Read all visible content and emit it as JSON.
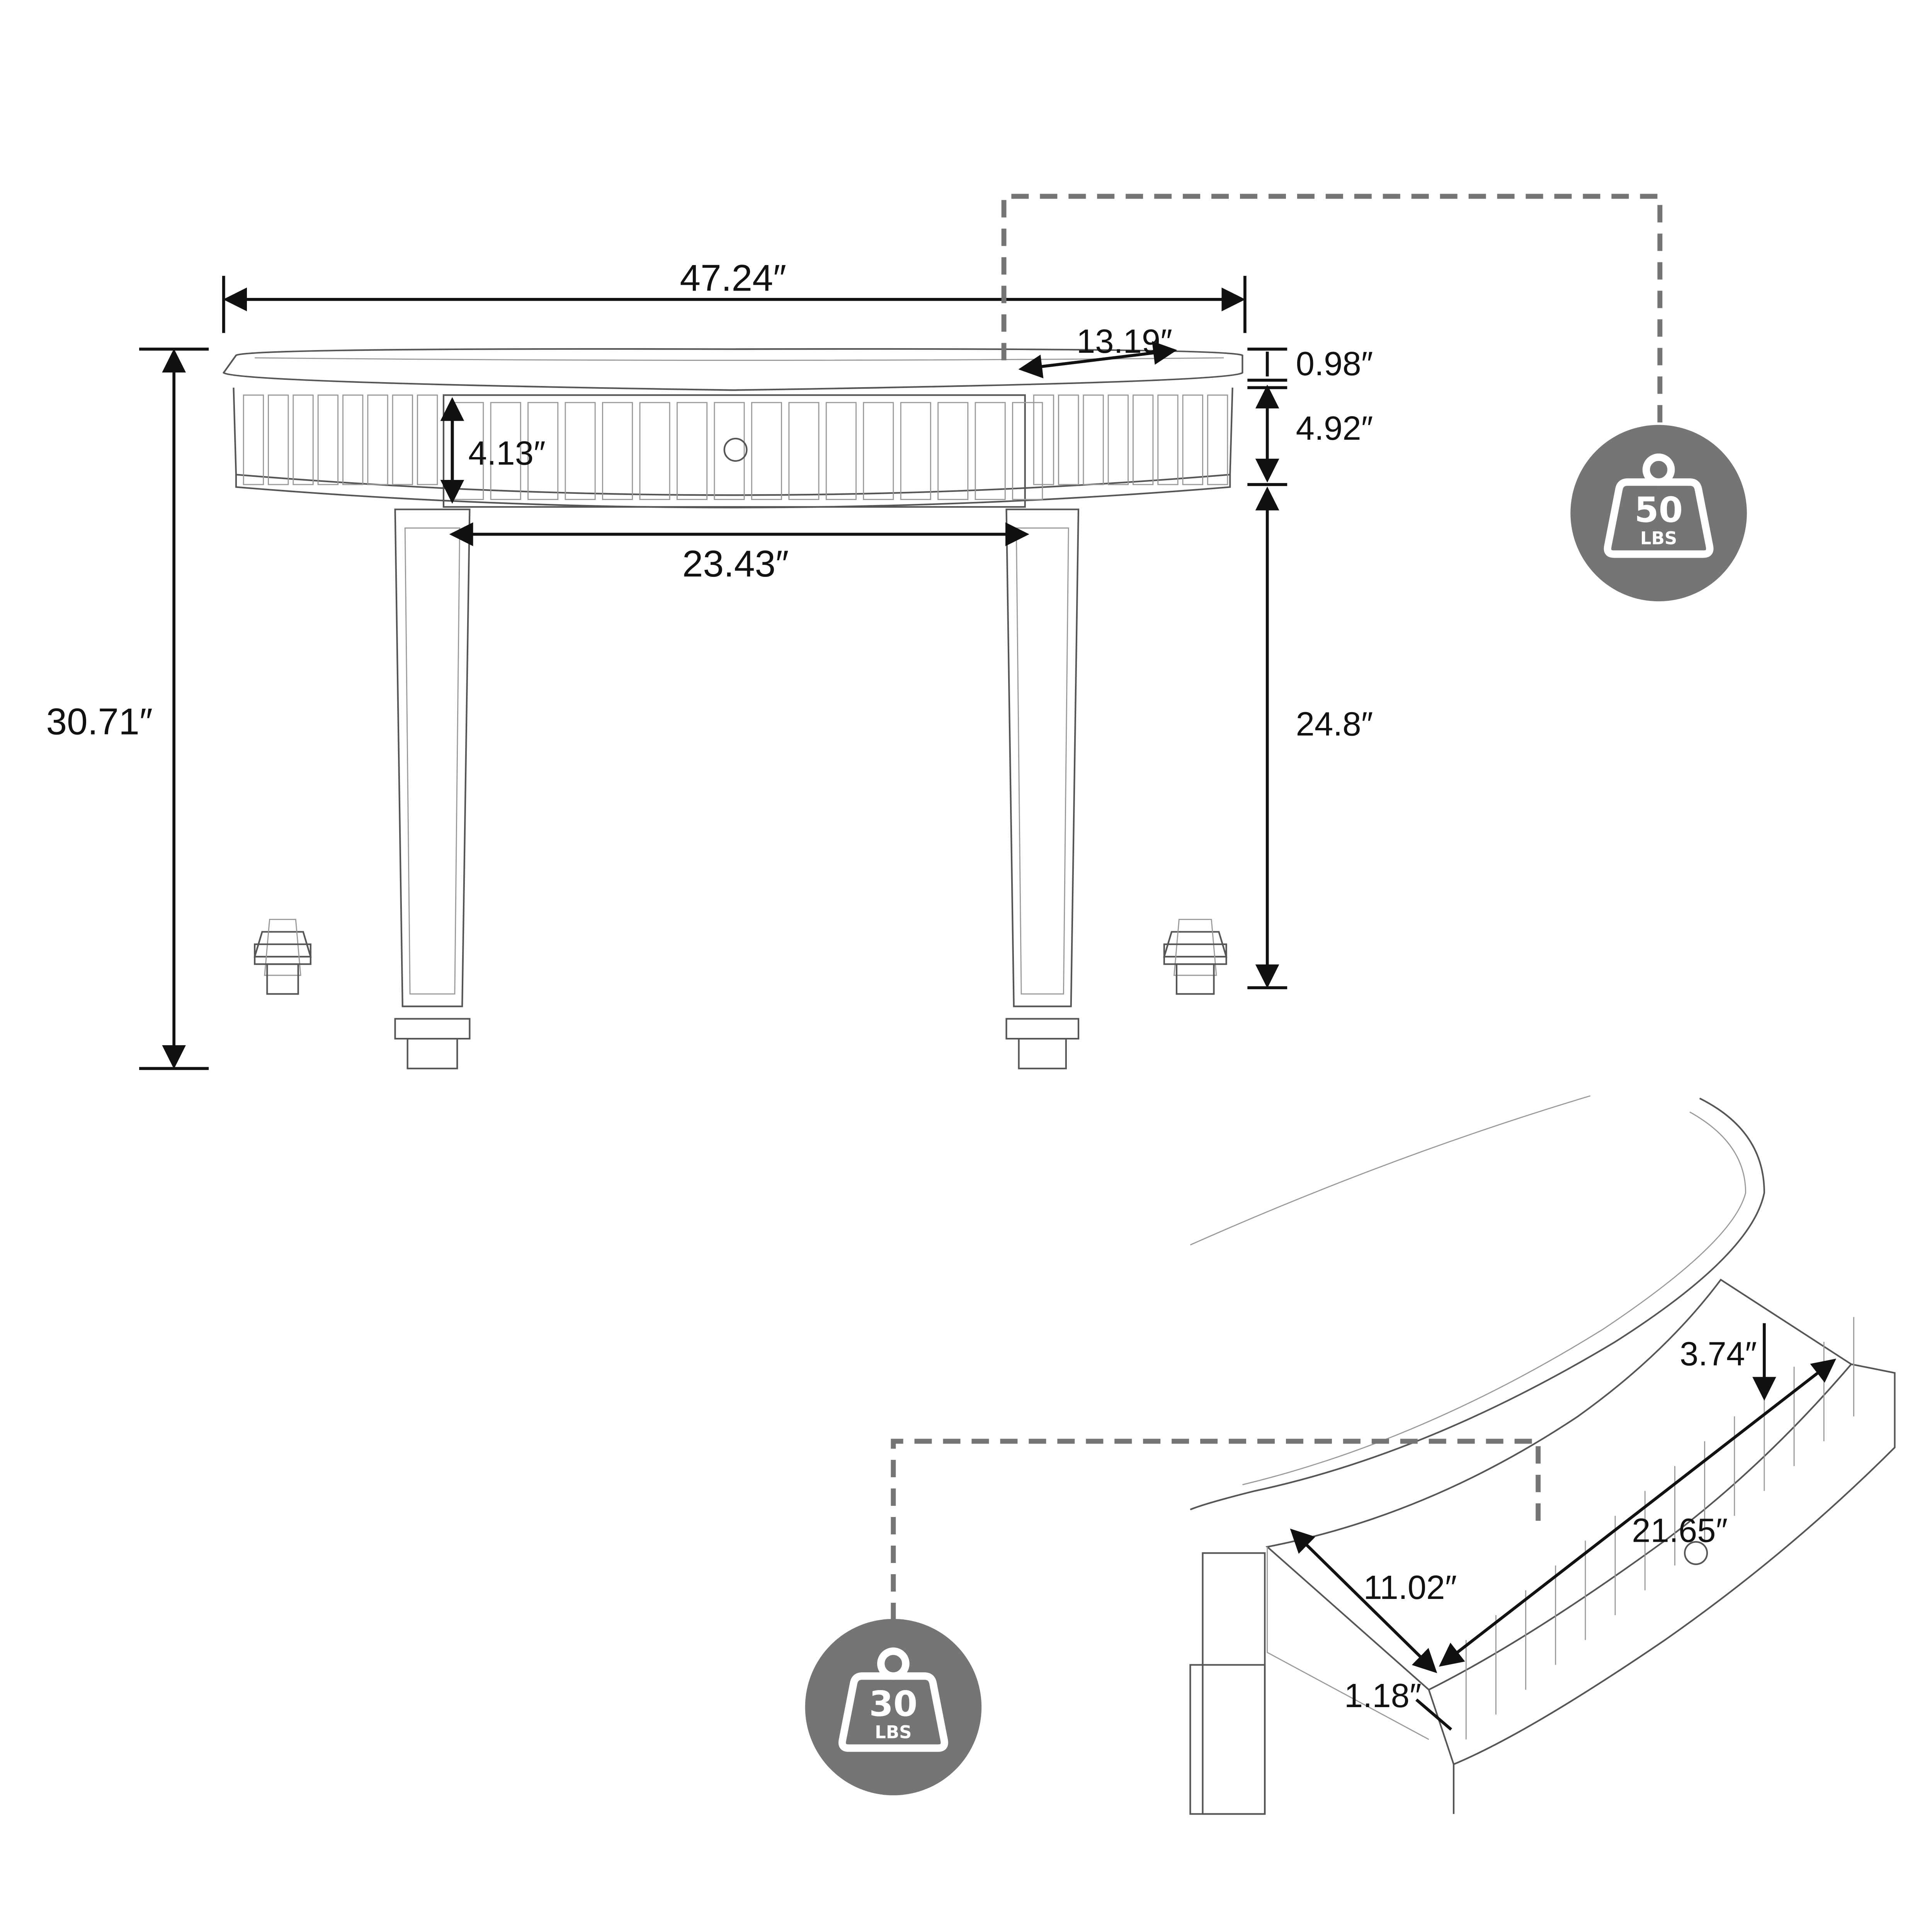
{
  "front_view": {
    "overall_width": "47.24″",
    "overall_height": "30.71″",
    "top_thickness": "0.98″",
    "apron_height": "4.92″",
    "leg_clearance": "24.8″",
    "depth": "13.19″",
    "drawer_front_height": "4.13″",
    "inner_leg_span": "23.43″"
  },
  "drawer_view": {
    "drawer_depth": "3.74″",
    "drawer_width": "21.65″",
    "drawer_length": "11.02″",
    "drawer_side": "1.18″"
  },
  "table_weight_badge": {
    "value": "50",
    "unit": "LBS",
    "icon": "weight-icon",
    "color": "#757575"
  },
  "drawer_weight_badge": {
    "value": "30",
    "unit": "LBS",
    "icon": "weight-icon",
    "color": "#757575"
  }
}
